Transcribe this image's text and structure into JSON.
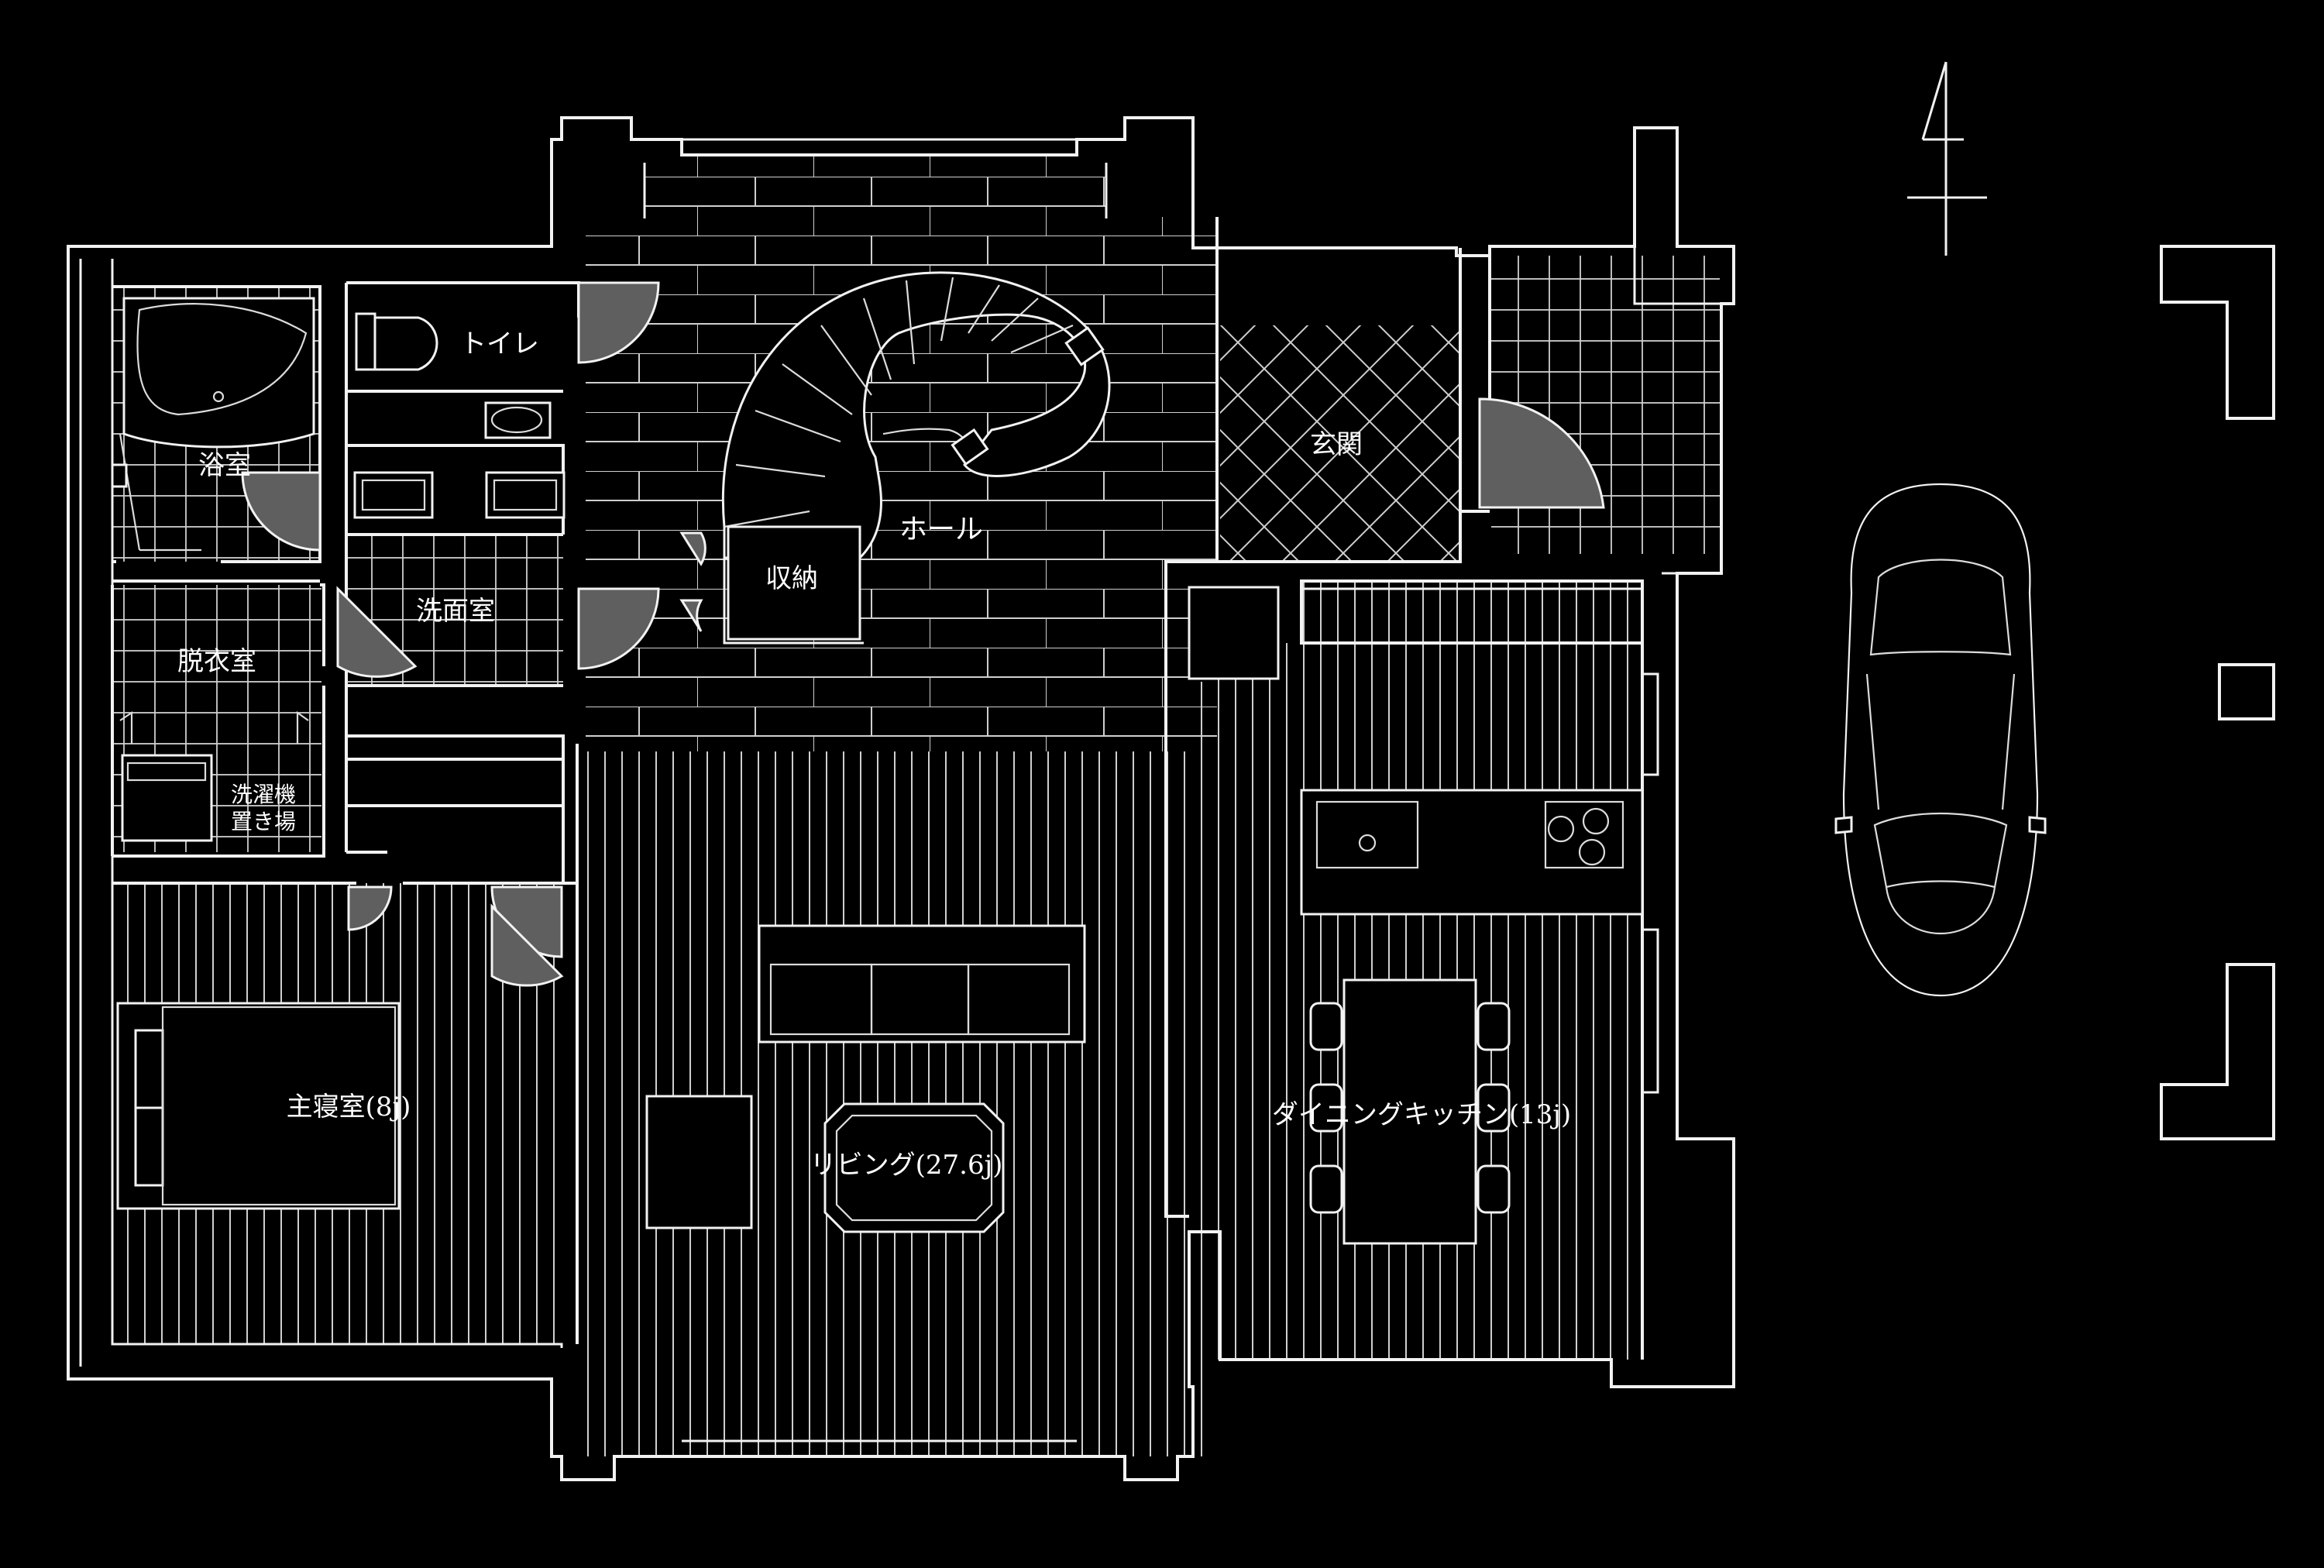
{
  "rooms": {
    "toilet": "トイレ",
    "bath": "浴室",
    "washroom": "洗面室",
    "dressing": "脱衣室",
    "laundry_line1": "洗濯機",
    "laundry_line2": "置き場",
    "hall": "ホール",
    "storage": "収納",
    "entrance": "玄関",
    "master_bedroom": "主寝室(8j)",
    "living": "リビング(27.6j)",
    "dining_kitchen": "ダイニングキッチン(13j)"
  },
  "icons": {
    "north": "north-arrow-icon",
    "car": "car-icon"
  },
  "colors": {
    "background": "#000000",
    "line": "#f2f2f2",
    "door_fill": "#5f5f5f"
  }
}
